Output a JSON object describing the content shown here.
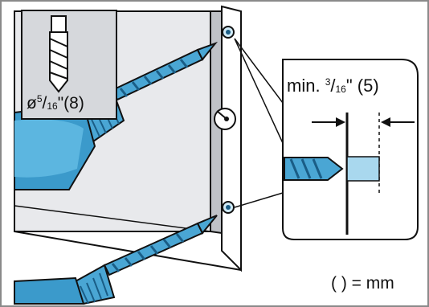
{
  "labels": {
    "drill_bit_diameter": {
      "prefix": "ø",
      "numerator": "5",
      "slash": "/",
      "denominator": "16",
      "suffix": "\"(8)"
    },
    "min_distance": {
      "prefix": "min. ",
      "numerator": "3",
      "slash": "/",
      "denominator": "16",
      "suffix": "\" (5)"
    },
    "unit_note": "( ) = mm"
  },
  "colors": {
    "drill_blue": "#4aa6d4",
    "drill_dark": "#1a5d86",
    "panel_gray": "#e8e9ec",
    "inset_gray": "#d6d8dc",
    "hole_fill": "#a9d8ee",
    "line": "#111111"
  },
  "icons": [
    "drill-bit-icon",
    "dimension-arrow-icon",
    "screw-hole-icon"
  ]
}
